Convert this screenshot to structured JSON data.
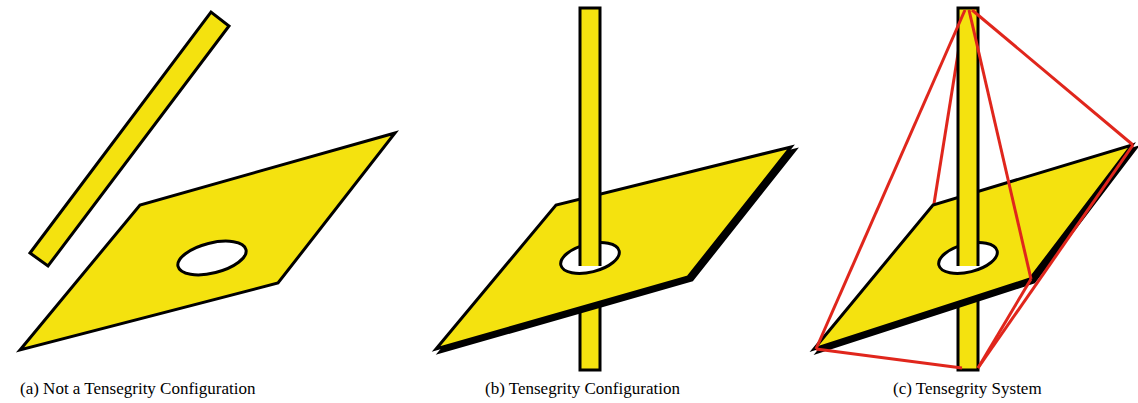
{
  "diagram": {
    "labels": [
      "(a) Not a Tensegrity Configuration",
      "(b) Tensegrity Configuration",
      "(c) Tensegrity System"
    ]
  }
}
